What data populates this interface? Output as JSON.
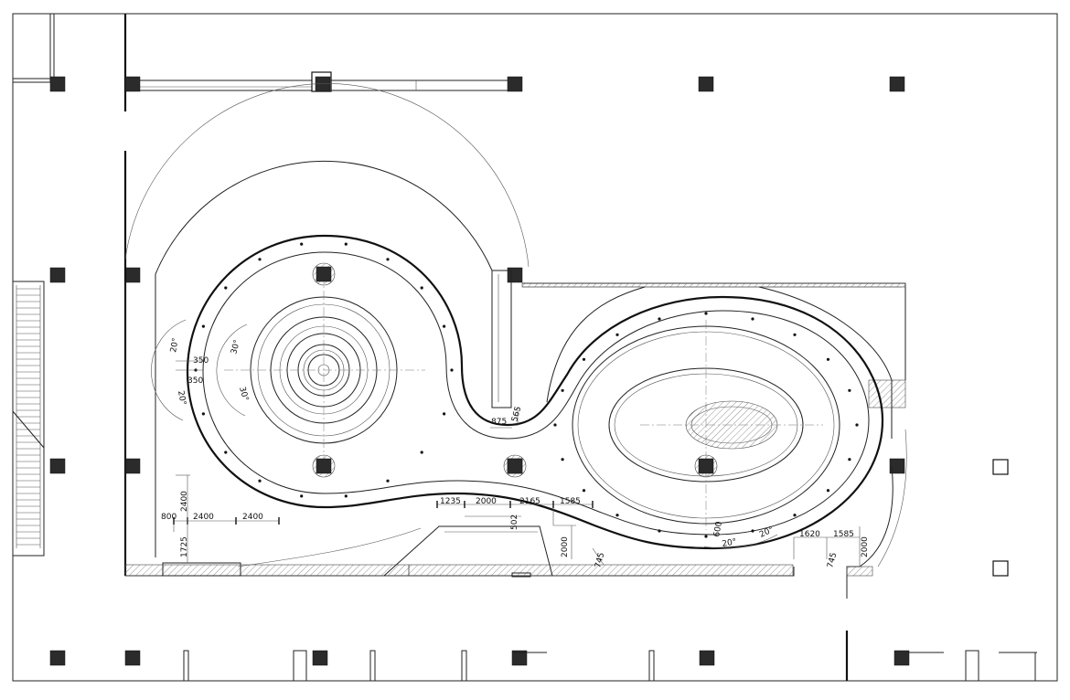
{
  "drawing": {
    "type": "ceiling plan",
    "colors": {
      "line": "#222222",
      "column_fill": "#2b2b2b",
      "background": "#ffffff"
    }
  },
  "dimensions": {
    "d1235": "1235",
    "d2000a": "2000",
    "d2165": "2165",
    "d1585a": "1585",
    "d502": "502",
    "d2000b": "2000",
    "d745a": "745",
    "d875": "875",
    "d565": "565",
    "d800": "800",
    "d2400a": "2400",
    "d2400b": "2400",
    "d2400c": "2400",
    "d1725": "1725",
    "d350a": "350",
    "d350b": "350",
    "d1620": "1620",
    "d1585b": "1585",
    "d745b": "745",
    "d2000c": "2000",
    "d600": "600"
  },
  "angles": {
    "a20a": "20°",
    "a20b": "20°",
    "a30a": "30°",
    "a30b": "30°",
    "a20c": "20°",
    "a20d": "20°"
  }
}
